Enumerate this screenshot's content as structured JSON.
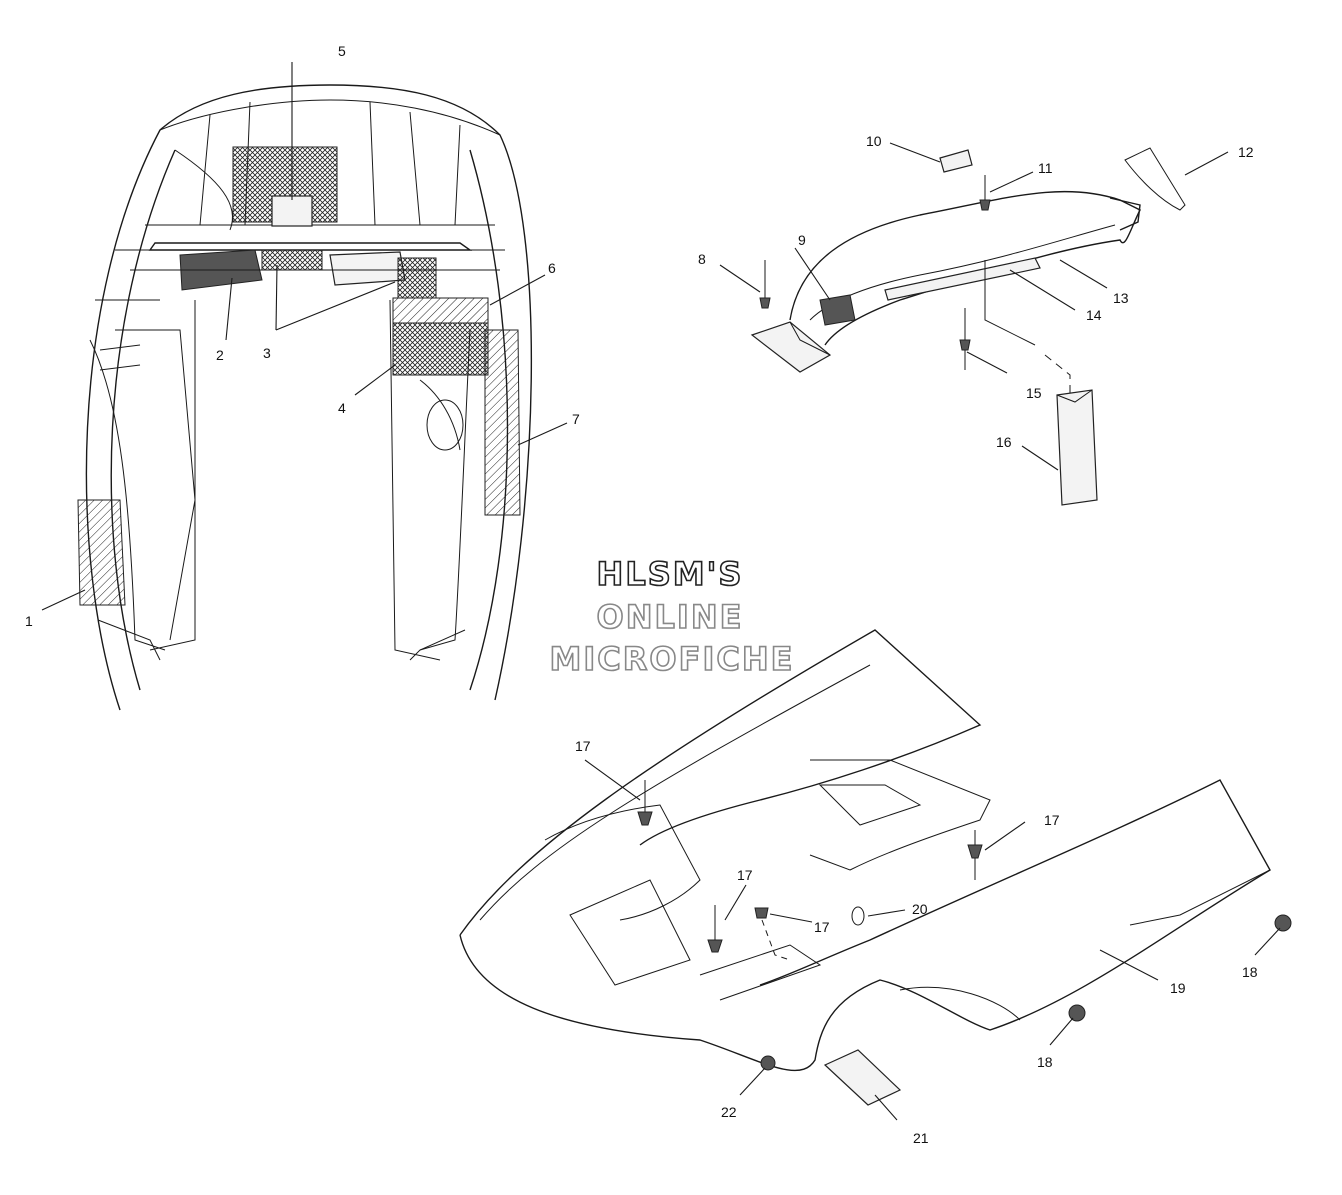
{
  "watermark": {
    "line1": "HLSM'S",
    "line2": "ONLINE",
    "line3": "MICROFICHE"
  },
  "callouts": [
    "1",
    "2",
    "3",
    "4",
    "5",
    "6",
    "7",
    "8",
    "9",
    "10",
    "11",
    "12",
    "13",
    "14",
    "15",
    "16",
    "17",
    "17",
    "17",
    "17",
    "18",
    "18",
    "19",
    "20",
    "21",
    "22"
  ],
  "colors": {
    "ink": "#1a1a1a",
    "paper": "#ffffff"
  }
}
